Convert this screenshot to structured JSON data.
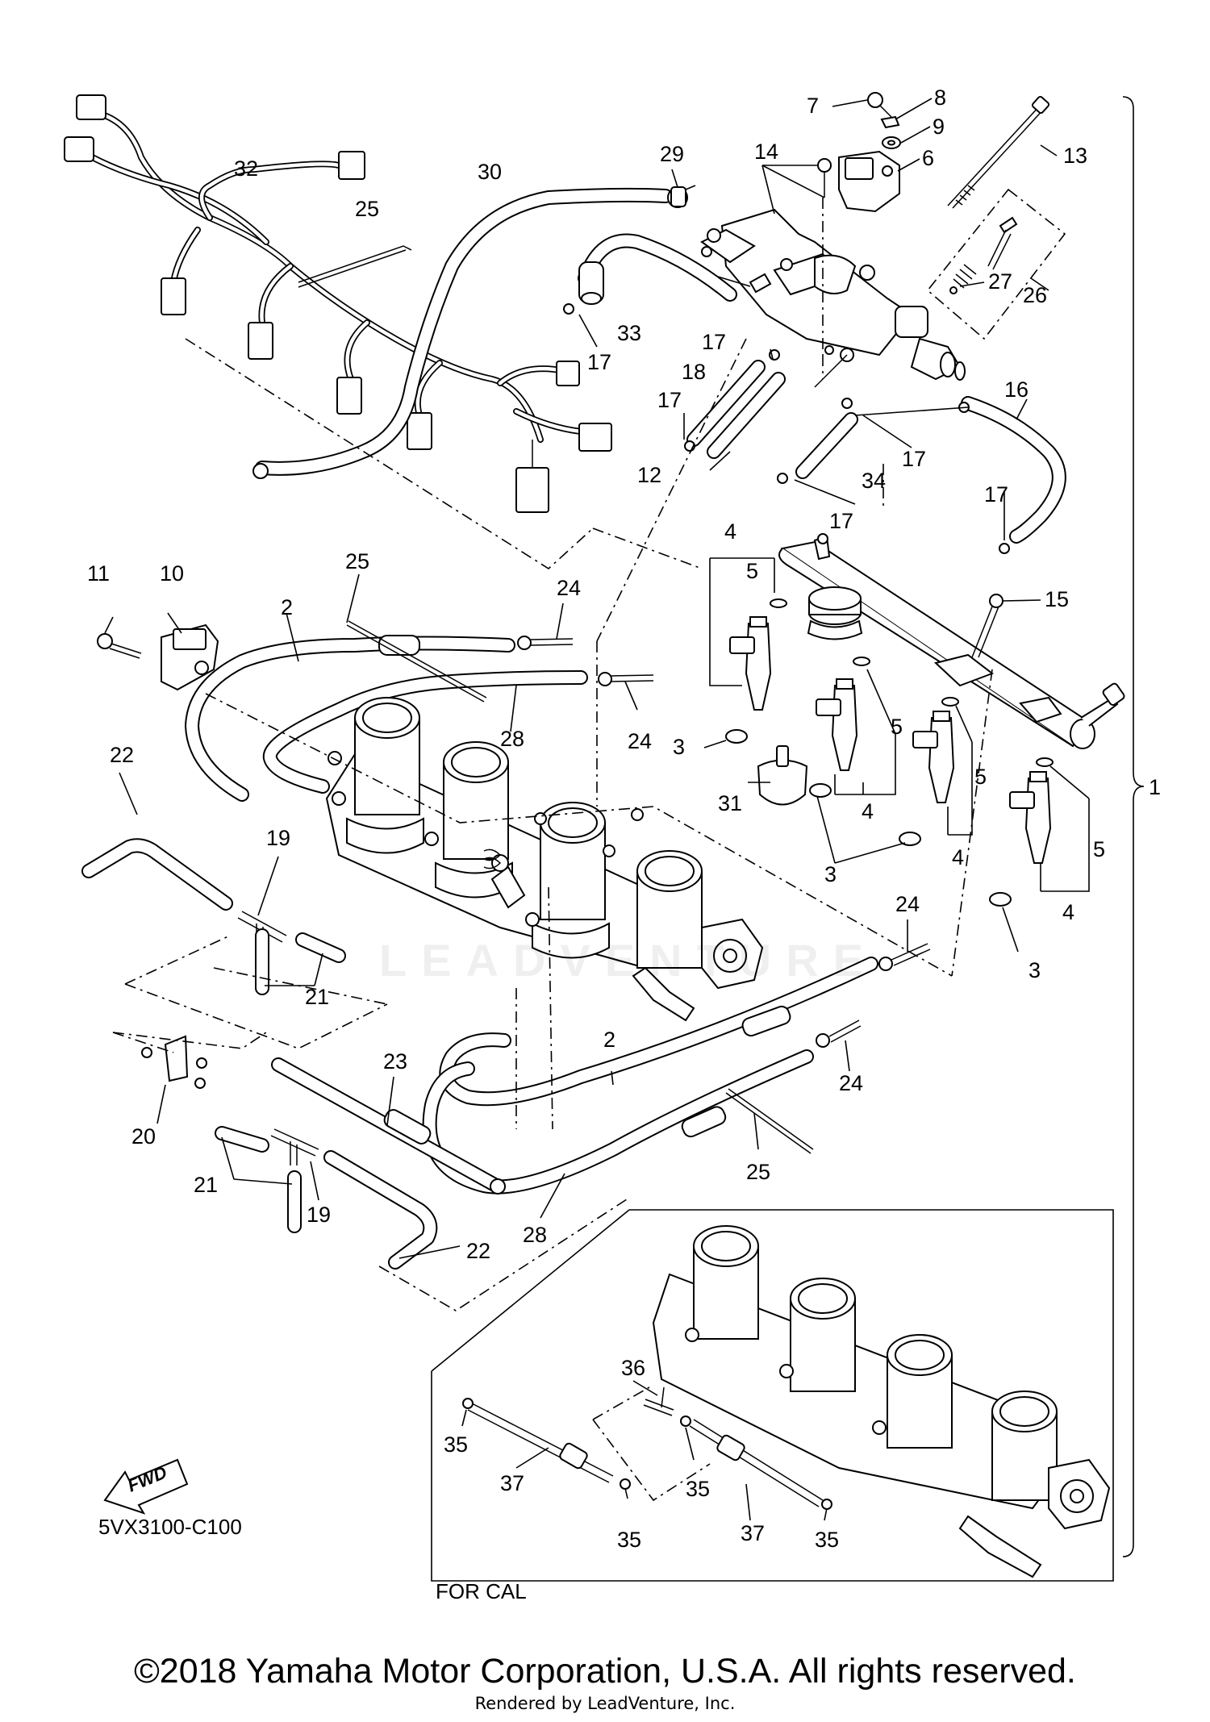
{
  "diagram": {
    "code": "5VX3100-C100",
    "variant_label": "FOR CAL",
    "fwd_label": "FWD",
    "watermark": "LEADVENTURE",
    "copyright": "©2018 Yamaha Motor Corporation, U.S.A. All rights reserved.",
    "render_credit": "Rendered by LeadVenture, Inc."
  },
  "callouts": [
    {
      "id": "c1",
      "text": "1"
    },
    {
      "id": "c2a",
      "text": "2"
    },
    {
      "id": "c2b",
      "text": "2"
    },
    {
      "id": "c3a",
      "text": "3"
    },
    {
      "id": "c3b",
      "text": "3"
    },
    {
      "id": "c3c",
      "text": "3"
    },
    {
      "id": "c4a",
      "text": "4"
    },
    {
      "id": "c4b",
      "text": "4"
    },
    {
      "id": "c4c",
      "text": "4"
    },
    {
      "id": "c4d",
      "text": "4"
    },
    {
      "id": "c5a",
      "text": "5"
    },
    {
      "id": "c5b",
      "text": "5"
    },
    {
      "id": "c5c",
      "text": "5"
    },
    {
      "id": "c5d",
      "text": "5"
    },
    {
      "id": "c6",
      "text": "6"
    },
    {
      "id": "c7",
      "text": "7"
    },
    {
      "id": "c8",
      "text": "8"
    },
    {
      "id": "c9",
      "text": "9"
    },
    {
      "id": "c10",
      "text": "10"
    },
    {
      "id": "c11",
      "text": "11"
    },
    {
      "id": "c12",
      "text": "12"
    },
    {
      "id": "c13",
      "text": "13"
    },
    {
      "id": "c14",
      "text": "14"
    },
    {
      "id": "c15",
      "text": "15"
    },
    {
      "id": "c16",
      "text": "16"
    },
    {
      "id": "c17a",
      "text": "17"
    },
    {
      "id": "c17b",
      "text": "17"
    },
    {
      "id": "c17c",
      "text": "17"
    },
    {
      "id": "c17d",
      "text": "17"
    },
    {
      "id": "c17e",
      "text": "17"
    },
    {
      "id": "c17f",
      "text": "17"
    },
    {
      "id": "c18",
      "text": "18"
    },
    {
      "id": "c19a",
      "text": "19"
    },
    {
      "id": "c19b",
      "text": "19"
    },
    {
      "id": "c20",
      "text": "20"
    },
    {
      "id": "c21a",
      "text": "21"
    },
    {
      "id": "c21b",
      "text": "21"
    },
    {
      "id": "c22a",
      "text": "22"
    },
    {
      "id": "c22b",
      "text": "22"
    },
    {
      "id": "c23",
      "text": "23"
    },
    {
      "id": "c24a",
      "text": "24"
    },
    {
      "id": "c24b",
      "text": "24"
    },
    {
      "id": "c24c",
      "text": "24"
    },
    {
      "id": "c24d",
      "text": "24"
    },
    {
      "id": "c25a",
      "text": "25"
    },
    {
      "id": "c25b",
      "text": "25"
    },
    {
      "id": "c25c",
      "text": "25"
    },
    {
      "id": "c26",
      "text": "26"
    },
    {
      "id": "c27",
      "text": "27"
    },
    {
      "id": "c28a",
      "text": "28"
    },
    {
      "id": "c28b",
      "text": "28"
    },
    {
      "id": "c29",
      "text": "29"
    },
    {
      "id": "c30",
      "text": "30"
    },
    {
      "id": "c31",
      "text": "31"
    },
    {
      "id": "c32",
      "text": "32"
    },
    {
      "id": "c33",
      "text": "33"
    },
    {
      "id": "c34",
      "text": "34"
    },
    {
      "id": "c35a",
      "text": "35"
    },
    {
      "id": "c35b",
      "text": "35"
    },
    {
      "id": "c35c",
      "text": "35"
    },
    {
      "id": "c35d",
      "text": "35"
    },
    {
      "id": "c36",
      "text": "36"
    },
    {
      "id": "c37a",
      "text": "37"
    },
    {
      "id": "c37b",
      "text": "37"
    }
  ]
}
